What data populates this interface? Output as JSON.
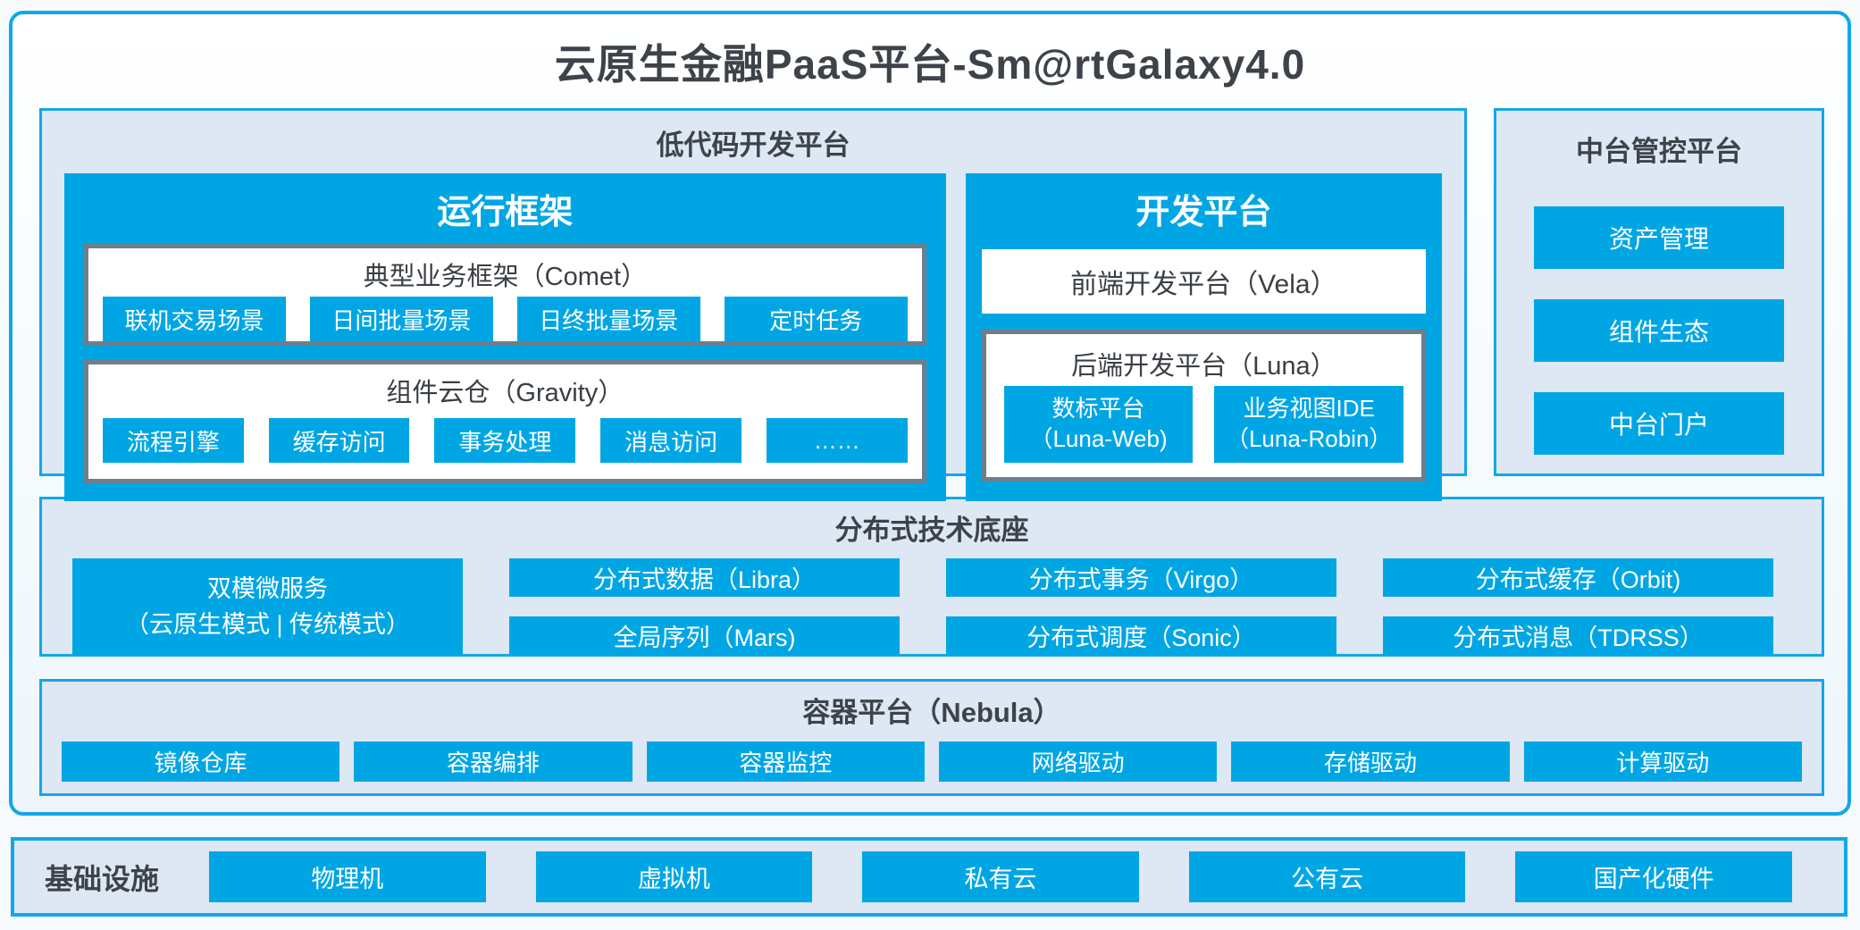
{
  "title": "云原生金融PaaS平台-Sm@rtGalaxy4.0",
  "colors": {
    "accent_blue": "#00a6e4",
    "border_blue": "#12a7e9",
    "section_bg": "#dde8f4",
    "box_border_gray": "#6f7e8a",
    "dark_text": "#3d4349",
    "button_text": "#ffffff"
  },
  "low_code": {
    "header": "低代码开发平台",
    "runtime": {
      "title": "运行框架",
      "comet": {
        "title": "典型业务框架（Comet）",
        "items": [
          "联机交易场景",
          "日间批量场景",
          "日终批量场景",
          "定时任务"
        ]
      },
      "gravity": {
        "title": "组件云仓（Gravity）",
        "items": [
          "流程引擎",
          "缓存访问",
          "事务处理",
          "消息访问",
          "……"
        ]
      }
    },
    "dev": {
      "title": "开发平台",
      "vela": "前端开发平台（Vela）",
      "luna": {
        "title": "后端开发平台（Luna）",
        "items": [
          {
            "line1": "数标平台",
            "line2": "（Luna-Web)"
          },
          {
            "line1": "业务视图IDE",
            "line2": "（Luna-Robin）"
          }
        ]
      }
    }
  },
  "mid_platform": {
    "header": "中台管控平台",
    "items": [
      "资产管理",
      "组件生态",
      "中台门户"
    ]
  },
  "distributed": {
    "header": "分布式技术底座",
    "dual_mode": {
      "line1": "双模微服务",
      "line2": "（云原生模式 | 传统模式）"
    },
    "col1": [
      "分布式数据（Libra）",
      "全局序列（Mars)"
    ],
    "col2": [
      "分布式事务（Virgo）",
      "分布式调度（Sonic）"
    ],
    "col3": [
      "分布式缓存（Orbit)",
      "分布式消息（TDRSS）"
    ]
  },
  "container_platform": {
    "header": "容器平台（Nebula）",
    "items": [
      "镜像仓库",
      "容器编排",
      "容器监控",
      "网络驱动",
      "存储驱动",
      "计算驱动"
    ]
  },
  "infrastructure": {
    "header": "基础设施",
    "items": [
      "物理机",
      "虚拟机",
      "私有云",
      "公有云",
      "国产化硬件"
    ]
  }
}
